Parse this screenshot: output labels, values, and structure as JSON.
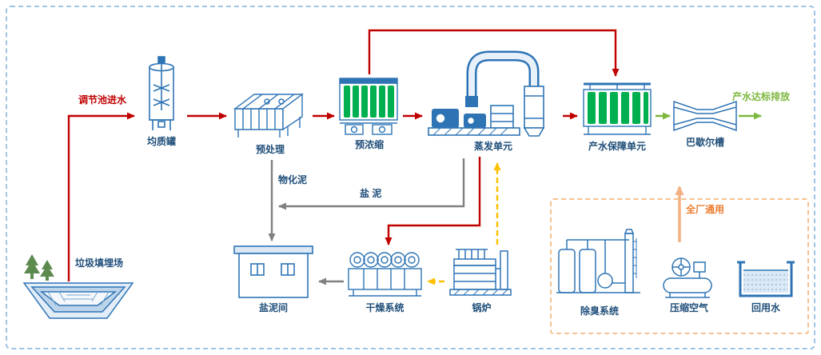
{
  "nodes": {
    "homogenization_tank": {
      "label": "均质罐"
    },
    "pretreatment": {
      "label": "预处理"
    },
    "preconcentration": {
      "label": "预浓缩"
    },
    "evaporation_unit": {
      "label": "蒸发单元"
    },
    "product_water_unit": {
      "label": "产水保障单元"
    },
    "parshall_flume": {
      "label": "巴歇尔槽"
    },
    "salt_sludge_room": {
      "label": "盐泥间"
    },
    "drying_system": {
      "label": "干燥系统"
    },
    "boiler": {
      "label": "锅炉"
    },
    "landfill": {
      "label": "垃圾填埋场"
    },
    "deodorization_system": {
      "label": "除臭系统"
    },
    "compressed_air": {
      "label": "压缩空气"
    },
    "reuse_water": {
      "label": "回用水"
    }
  },
  "flow_labels": {
    "inlet": "调节池进水",
    "discharge": "产水达标排放",
    "physicochemical_sludge": "物化泥",
    "salt_sludge": "盐 泥",
    "plant_wide_utility": "全厂通用"
  },
  "colors": {
    "main_flow": "#c00000",
    "product_water_flow": "#7cb83e",
    "sludge_flow": "#808080",
    "steam_flow": "#ffc000",
    "utility_accent": "#f4b183",
    "node_label": "#1f4e79",
    "equipment_outline": "#2e74b5",
    "membrane_green": "#00b050",
    "frame_border": "#9dc3e6"
  }
}
